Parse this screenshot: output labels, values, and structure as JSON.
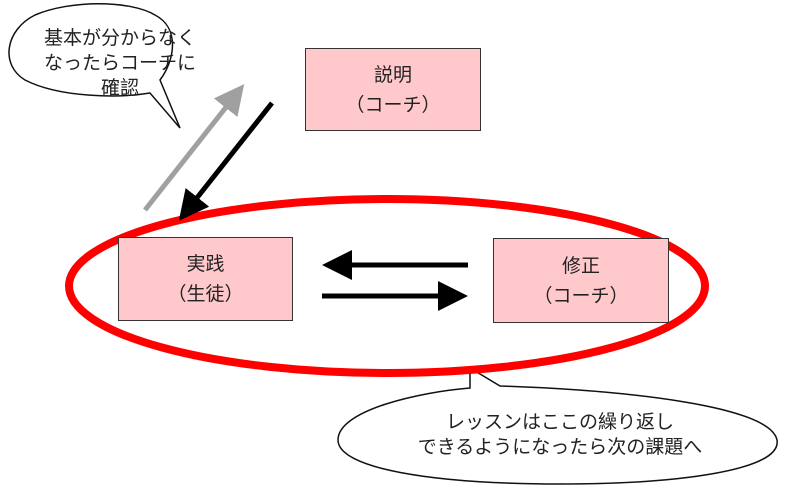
{
  "nodes": {
    "explain": {
      "title": "説明",
      "actor": "（コーチ）"
    },
    "practice": {
      "title": "実践",
      "actor": "（生徒）"
    },
    "correct": {
      "title": "修正",
      "actor": "（コーチ）"
    }
  },
  "callouts": {
    "top": {
      "lines": [
        "基本が分からなく",
        "なったらコーチに",
        "確認"
      ]
    },
    "bottom": {
      "lines": [
        "レッスンはここの繰り返し",
        "できるようになったら次の課題へ"
      ]
    }
  },
  "colors": {
    "box_fill": "#ffc9cc",
    "loop": "#ff0000",
    "arrow": "#000000",
    "ask_arrow": "#a0a0a0"
  }
}
